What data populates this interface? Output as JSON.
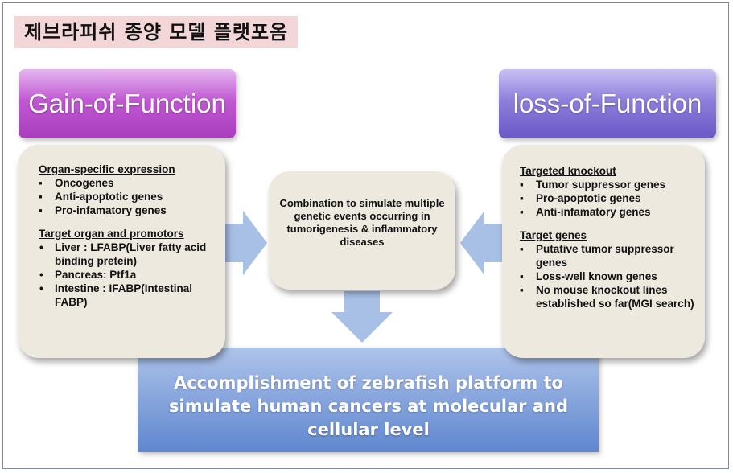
{
  "title": "제브라피쉬 종양 모델 플랫포옴",
  "gain": {
    "header": "Gain-of-Function",
    "section1_title": "Organ-specific expression",
    "section1_items": [
      "Oncogenes",
      "Anti-apoptotic genes",
      "Pro-infamatory genes"
    ],
    "section2_title": "Target organ and promotors",
    "section2_items": [
      "Liver : LFABP(Liver fatty acid binding pretein)",
      "Pancreas: Ptf1a",
      "Intestine : IFABP(Intestinal FABP)"
    ]
  },
  "loss": {
    "header": "loss-of-Function",
    "section1_title": "Targeted knockout",
    "section1_items": [
      "Tumor suppressor genes",
      "Pro-apoptotic genes",
      "Anti-infamatory genes"
    ],
    "section2_title": "Target genes",
    "section2_items": [
      "Putative tumor suppressor genes",
      "Loss-well known genes",
      "No mouse knockout lines established so far(MGI search)"
    ]
  },
  "center": {
    "text": "Combination to simulate multiple genetic events occurring in tumorigenesis & inflammatory diseases"
  },
  "bottom": {
    "text": "Accomplishment of zebrafish platform to simulate human cancers at molecular and cellular level"
  },
  "colors": {
    "gain_header": "#b54ac8",
    "loss_header": "#7b6ad4",
    "card_bg": "#ede9df",
    "arrow": "#a9c0e6",
    "bottom_box": "#5f86cf",
    "title_bg": "#f2d6d8"
  }
}
